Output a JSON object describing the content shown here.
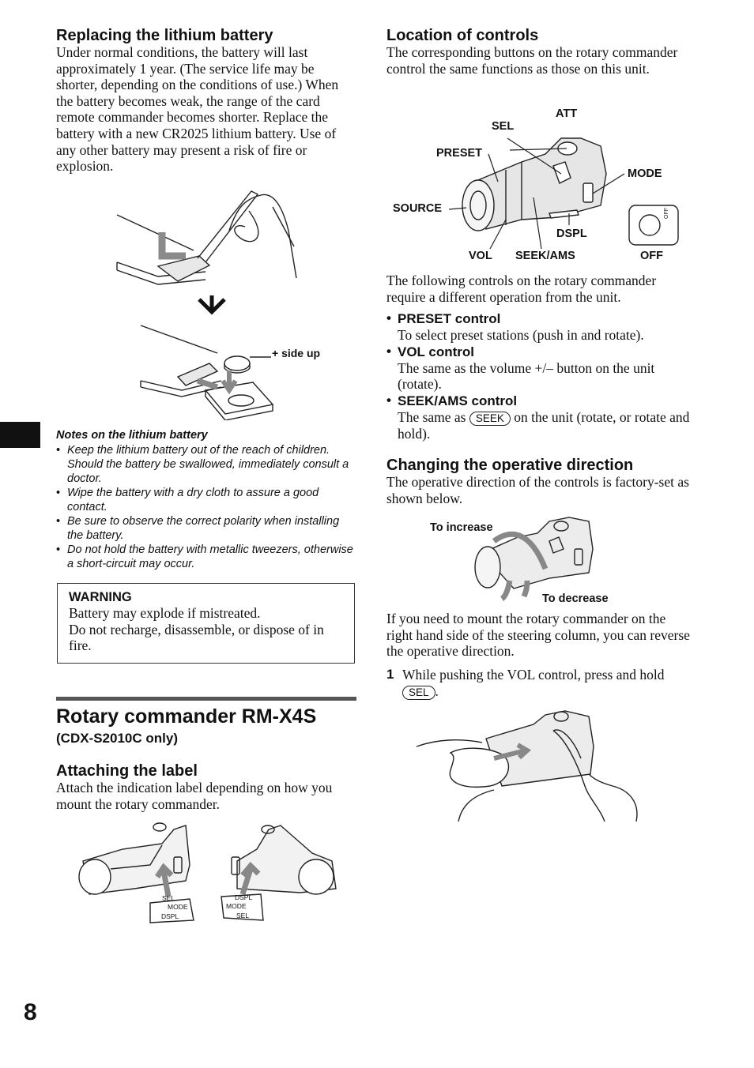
{
  "left": {
    "battery": {
      "heading": "Replacing the lithium battery",
      "paragraph": "Under normal conditions, the battery will last approximately 1 year. (The service life may be shorter, depending on the conditions of use.) When the battery becomes weak, the range of the card remote commander becomes shorter. Replace the battery with a new CR2025 lithium battery. Use of any other battery may present a risk of fire or explosion.",
      "figure_label": "+ side up"
    },
    "notes": {
      "title": "Notes on the lithium battery",
      "items": [
        "Keep the lithium battery out of the reach of children. Should the battery be swallowed, immediately consult a doctor.",
        "Wipe the battery with a dry cloth to assure a good contact.",
        "Be sure to observe the correct polarity when installing the battery.",
        "Do not hold the battery with metallic tweezers, otherwise a short-circuit may occur."
      ]
    },
    "warning": {
      "title": "WARNING",
      "line1": "Battery may explode if mistreated.",
      "line2": "Do not recharge, disassemble, or dispose of in fire."
    },
    "rotary": {
      "title": "Rotary commander RM-X4S",
      "subtitle": "(CDX-S2010C only)"
    },
    "label": {
      "heading": "Attaching the label",
      "paragraph": "Attach the indication label depending on how you mount the rotary commander.",
      "tag_left": [
        "SEL",
        "MODE",
        "DSPL"
      ],
      "tag_right": [
        "DSPL",
        "MODE",
        "SEL"
      ]
    }
  },
  "right": {
    "location": {
      "heading": "Location of controls",
      "paragraph": "The corresponding buttons on the rotary commander control the same functions as those on this unit.",
      "labels": {
        "att": "ATT",
        "sel": "SEL",
        "preset": "PRESET",
        "mode": "MODE",
        "source": "SOURCE",
        "dspl": "DSPL",
        "vol": "VOL",
        "seek": "SEEK/AMS",
        "off": "OFF",
        "off_small": "OFF"
      },
      "following": "The following controls on the rotary commander require a different operation from the unit.",
      "controls": [
        {
          "bullet": "•",
          "name": "PRESET control",
          "desc": "To select preset stations (push in and rotate)."
        },
        {
          "bullet": "•",
          "name": "VOL control",
          "desc": "The same as the volume +/– button on the unit (rotate)."
        },
        {
          "bullet": "•",
          "name": "SEEK/AMS control",
          "desc_pre": "The same as",
          "key": "SEEK",
          "desc_post": "on the unit (rotate, or rotate and hold)."
        }
      ]
    },
    "direction": {
      "heading": "Changing the operative direction",
      "paragraph": "The operative direction of the controls is factory-set as shown below.",
      "to_increase": "To increase",
      "to_decrease": "To decrease",
      "paragraph2": "If you need to mount the rotary commander on the right hand side of the steering column, you can reverse the operative direction.",
      "step_num": "1",
      "step_pre": "While pushing the VOL control, press and hold",
      "step_key": "SEL",
      "step_post": "."
    }
  },
  "page_number": "8"
}
